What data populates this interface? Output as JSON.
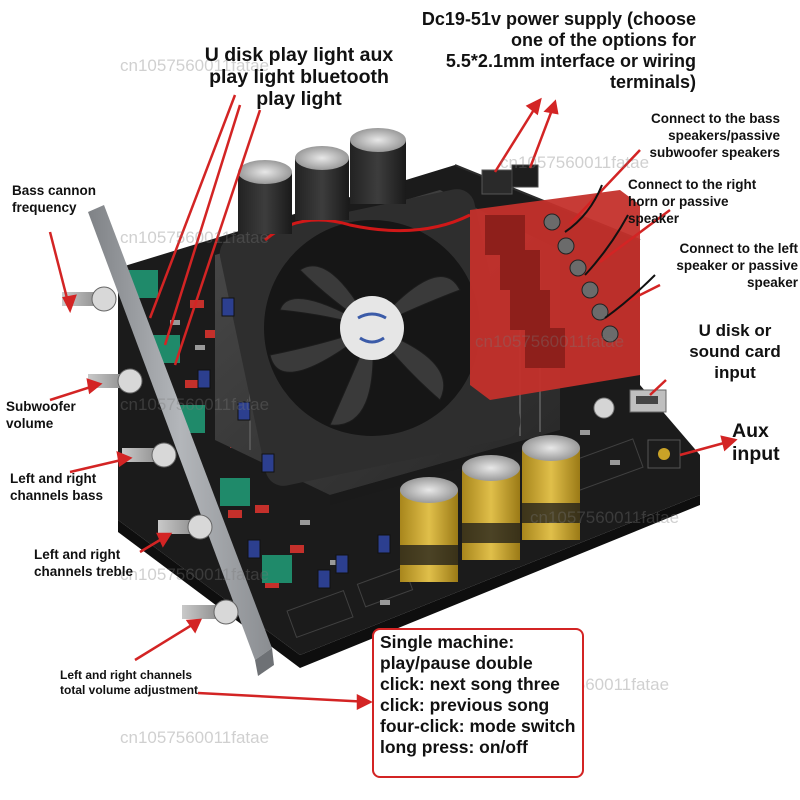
{
  "labels": {
    "usb_play_light": "U disk play light aux play light bluetooth play light",
    "power_supply": "Dc19-51v power supply (choose one of the options for 5.5*2.1mm interface or wiring terminals)",
    "bass_speakers": "Connect to the bass speakers/passive subwoofer speakers",
    "right_horn": "Connect to the right horn or passive speaker",
    "left_speaker": "Connect to the left speaker or passive speaker",
    "usb_sound_card": "U disk or sound card input",
    "aux_input": "Aux input",
    "bass_cannon_frequency": "Bass cannon frequency",
    "subwoofer_volume": "Subwoofer volume",
    "lr_bass": "Left and right channels bass",
    "lr_treble": "Left and right channels treble",
    "lr_total_volume": "Left and right channels total volume adjustment"
  },
  "info_box": {
    "text": "Single machine: play/pause double click: next song three click: previous song four-click: mode switch long press: on/off"
  },
  "watermark": {
    "text": "cn1057560011fatae"
  },
  "colors": {
    "accent_red": "#d32424",
    "pcb_black": "#1b1b1b",
    "heatsink": "#3a3a3a",
    "panel_silver": "#9b9ea2",
    "terminal_red": "#c4302b",
    "knob_green": "#1f8a6a",
    "cap_gold": "#c9a227"
  }
}
